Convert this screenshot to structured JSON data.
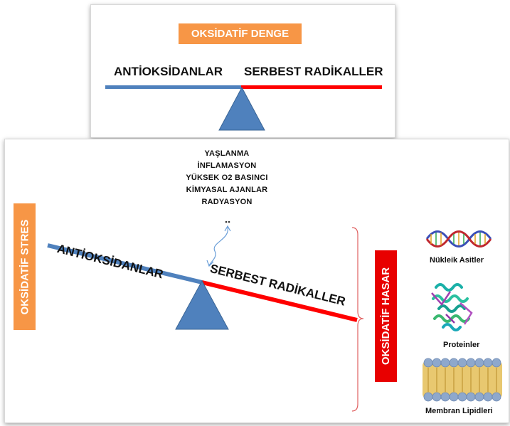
{
  "top_panel": {
    "title": "OKSİDATİF DENGE",
    "left_label": "ANTİOKSİDANLAR",
    "right_label": "SERBEST RADİKALLER"
  },
  "bottom_panel": {
    "stress_label": "OKSİDATİF STRES",
    "factors": [
      "YAŞLANMA",
      "İNFLAMASYON",
      "YÜKSEK O2 BASINCI",
      "KİMYASAL AJANLAR",
      "RADYASYON"
    ],
    "left_label": "ANTİOKSİDANLAR",
    "right_label": "SERBEST RADİKALLER",
    "damage_label": "OKSİDATİF HASAR",
    "targets": [
      {
        "label": "Nükleik Asitler",
        "icon": "dna-icon"
      },
      {
        "label": "Proteinler",
        "icon": "protein-icon"
      },
      {
        "label": "Membran Lipidleri",
        "icon": "lipid-bilayer-icon"
      }
    ]
  },
  "colors": {
    "orange": "#f79646",
    "blue": "#4f81bd",
    "red": "#ff0000",
    "damage_red": "#e80000"
  }
}
